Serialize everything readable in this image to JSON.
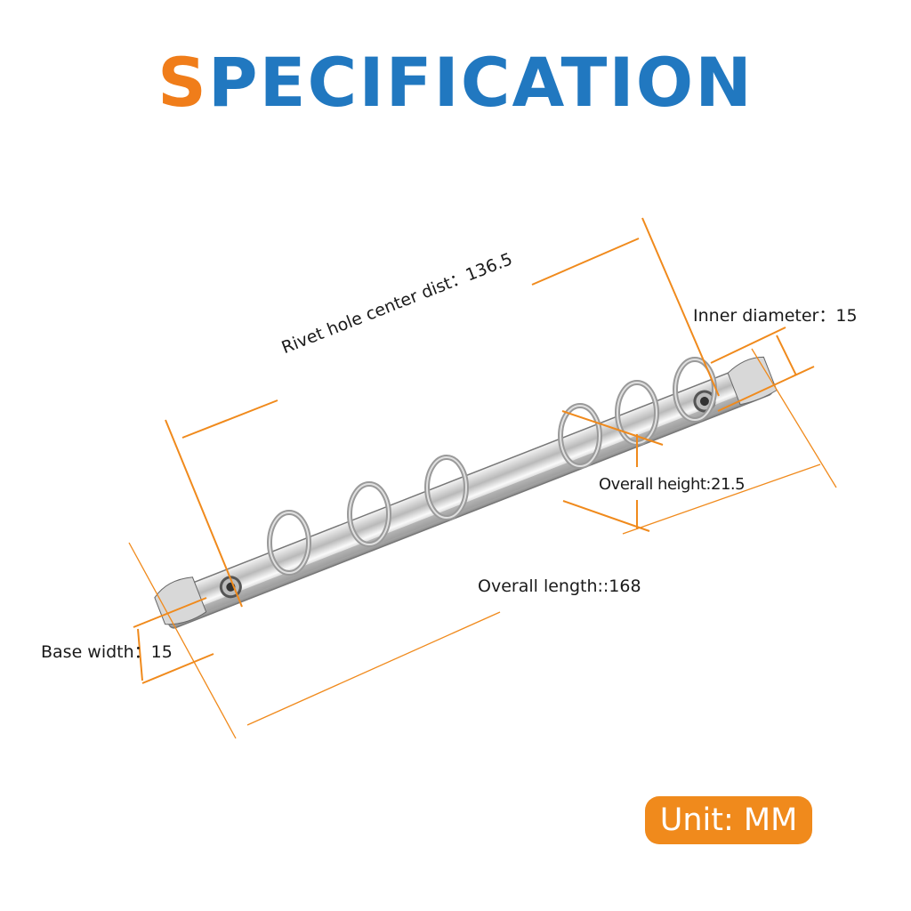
{
  "title": {
    "first_letter": "S",
    "rest": "PECIFICATION"
  },
  "labels": {
    "rivet": "Rivet hole center dist：136.5",
    "inner_diameter": "Inner diameter：15",
    "overall_height": "Overall height:21.5",
    "overall_length": "Overall length::168",
    "base_width": "Base width：15"
  },
  "unit_badge": "Unit: MM",
  "colors": {
    "title_blue": "#2178c0",
    "accent_orange": "#f07d1a",
    "badge": "#f08a1c"
  }
}
